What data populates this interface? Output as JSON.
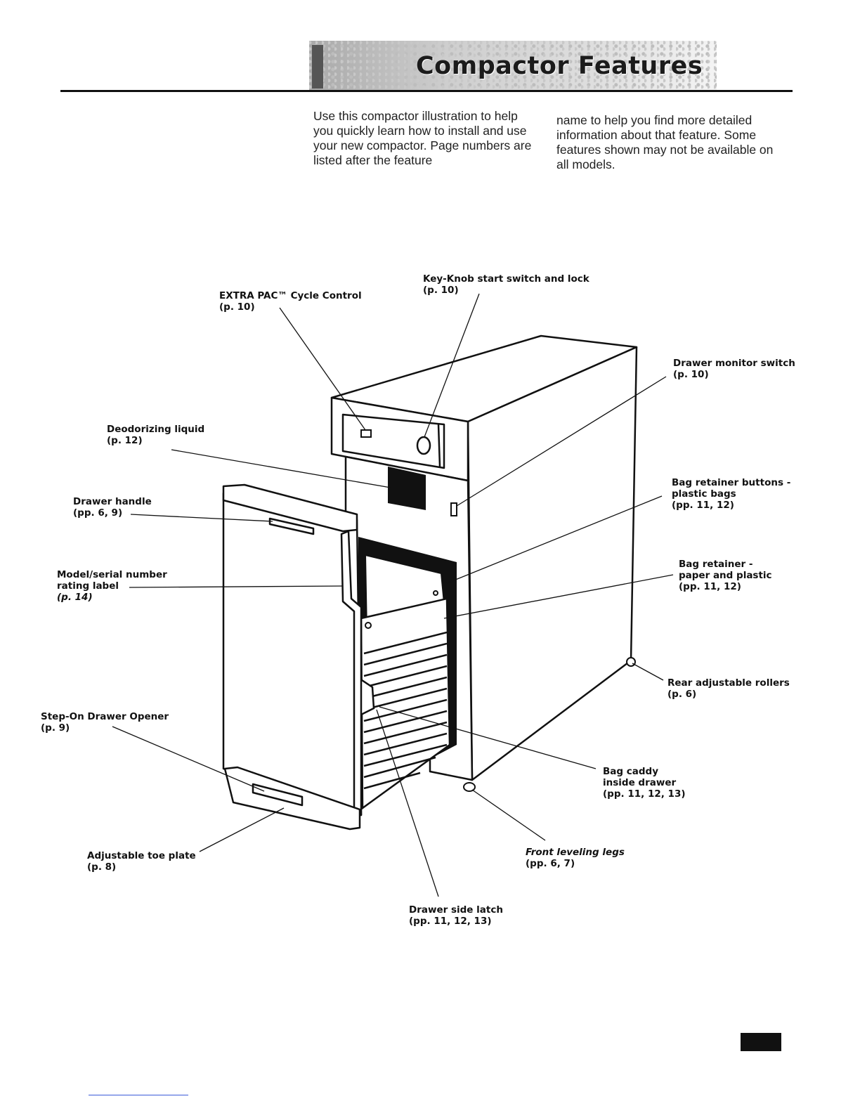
{
  "header": {
    "title": "Compactor Features"
  },
  "intro": {
    "left": "Use this compactor illustration to help you quickly learn how to install and use your new compactor. Page numbers are listed after the feature",
    "right": "name to help you find more detailed information about that feature. Some features shown may not be available on all models."
  },
  "callouts": {
    "extra_pac": {
      "name": "EXTRA PAC™ Cycle Control",
      "page": "(p. 10)"
    },
    "key_knob": {
      "name": "Key-Knob start switch and lock",
      "page": "(p. 10)"
    },
    "drawer_monitor": {
      "name": "Drawer monitor switch",
      "page": "(p. 10)"
    },
    "deodorizing": {
      "name": "Deodorizing liquid",
      "page": "(p. 12)"
    },
    "drawer_handle": {
      "name": "Drawer handle",
      "page": "(pp. 6, 9)"
    },
    "bag_retainer_buttons": {
      "line1": "Bag retainer buttons -",
      "line2": "plastic bags",
      "page": "(pp. 11, 12)"
    },
    "model_serial": {
      "line1": "Model/serial number",
      "line2": "rating label",
      "page": "(p. 14)"
    },
    "bag_retainer": {
      "line1": "Bag retainer -",
      "line2": "paper and plastic",
      "page": "(pp. 11, 12)"
    },
    "rear_rollers": {
      "name": "Rear adjustable rollers",
      "page": "(p. 6)"
    },
    "step_on": {
      "name": "Step-On Drawer Opener",
      "page": "(p. 9)"
    },
    "bag_caddy": {
      "line1": "Bag caddy",
      "line2": "inside drawer",
      "page": "(pp. 11, 12, 13)"
    },
    "toe_plate": {
      "name": "Adjustable toe plate",
      "page": "(p. 8)"
    },
    "front_legs": {
      "name": "Front leveling legs",
      "page": "(pp. 6, 7)"
    },
    "side_latch": {
      "name": "Drawer side latch",
      "page": "(pp. 11, 12, 13)"
    }
  }
}
